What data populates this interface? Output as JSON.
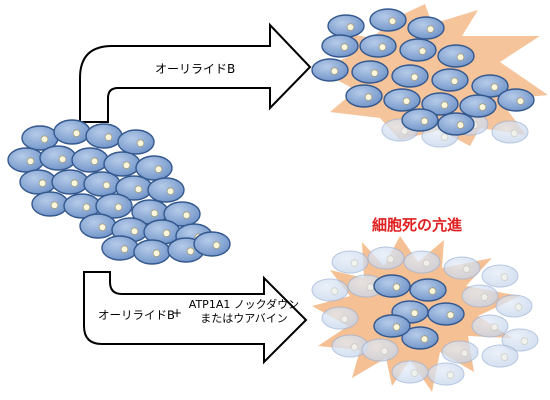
{
  "arrows": {
    "top_label": "オーリライドB",
    "bottom_label_left": "オーリライドB",
    "bottom_label_plus": "+",
    "bottom_label_right_line1": "ATP1A1 ノックダウン",
    "bottom_label_right_line2": "またはウアバイン"
  },
  "result_label": "細胞死の亢進",
  "colors": {
    "cell_fill": "#7d9fcf",
    "cell_stroke": "#35598e",
    "nucleus": "#fbf6de",
    "burst": "#f3b078",
    "result_text": "#e02020"
  }
}
